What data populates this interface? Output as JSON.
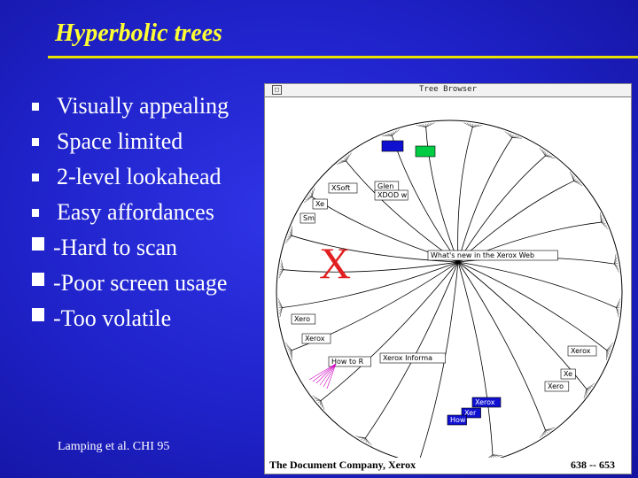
{
  "slide": {
    "title": "Hyperbolic trees",
    "citation": "Lamping et al. CHI 95",
    "x_mark": "X"
  },
  "bullets": [
    {
      "text": "Visually appealing",
      "kind": "pro"
    },
    {
      "text": "Space limited",
      "kind": "pro"
    },
    {
      "text": "2-level lookahead",
      "kind": "pro"
    },
    {
      "text": "Easy affordances",
      "kind": "pro"
    },
    {
      "text": "-Hard to scan",
      "kind": "con"
    },
    {
      "text": "-Poor screen usage",
      "kind": "con"
    },
    {
      "text": "-Too volatile",
      "kind": "con"
    }
  ],
  "browser": {
    "window_title": "Tree Browser",
    "footer_company": "The Document Company, Xerox",
    "footer_page": "638 -- 653",
    "node_labels": [
      "XSoft",
      "Xe",
      "Sm",
      "Xero",
      "Xerox",
      "How to R",
      "Xerox Informa",
      "Glen",
      "XDOD w",
      "What's new in the Xerox Web",
      "Xerox",
      "Xe",
      "Xero",
      "Xerox",
      "Xer",
      "How"
    ]
  },
  "colors": {
    "title_yellow": "#ffff33",
    "background_blue": "#1f22c8",
    "highlight_node_blue": "#1010d0",
    "highlight_node_green": "#00cc44",
    "x_red": "#e02020"
  }
}
